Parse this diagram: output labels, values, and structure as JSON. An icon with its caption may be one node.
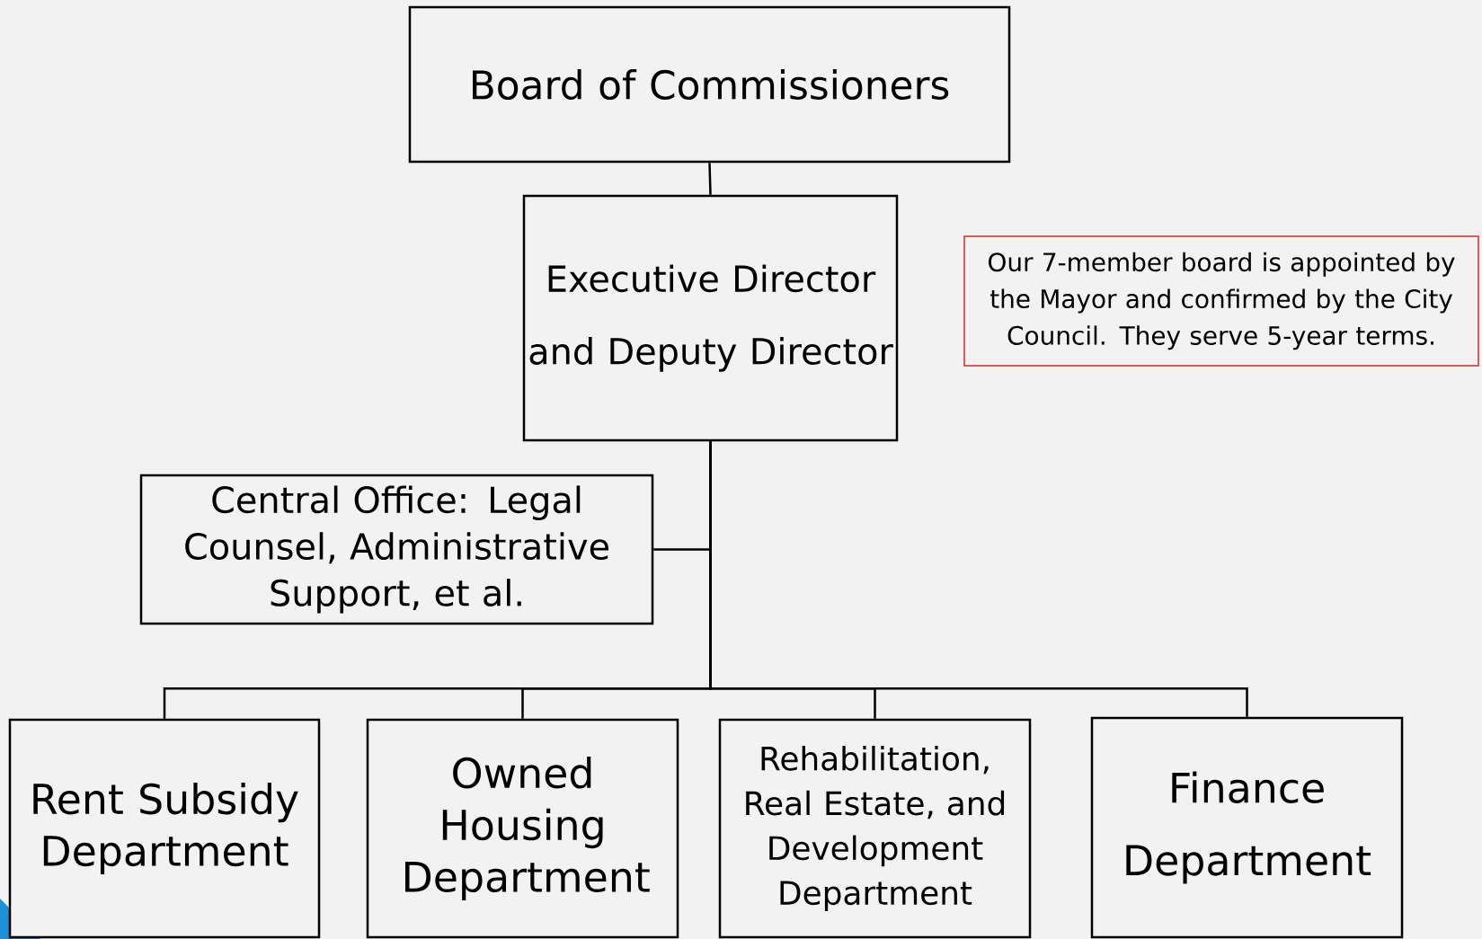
{
  "diagram": {
    "nodes": [
      {
        "text": [
          "Board of Commissioners"
        ]
      },
      {
        "text": [
          "Executive Director and Deputy Director"
        ]
      },
      {
        "text": [
          "Central Office: Legal Counsel, Administrative Support, et al."
        ]
      },
      {
        "text": [
          "Our 7-member board is appointed by the Mayor and confirmed by the City Council.   They serve 5-year terms."
        ]
      },
      {
        "text": [
          "Rent Subsidy Department"
        ]
      },
      {
        "text": [
          "Owned Housing Department"
        ]
      },
      {
        "text": [
          "Rehabilitation, Real Estate, and Development Department"
        ]
      },
      {
        "text": [
          "Finance Department"
        ]
      }
    ],
    "edges": [
      {
        "from": 0,
        "to": 1,
        "arrow": "none"
      },
      {
        "from": 1,
        "to": 2,
        "arrow": "none"
      },
      {
        "from": 1,
        "to": 4,
        "arrow": "none"
      },
      {
        "from": 1,
        "to": 5,
        "arrow": "none"
      },
      {
        "from": 1,
        "to": 6,
        "arrow": "none"
      },
      {
        "from": 1,
        "to": 7,
        "arrow": "none"
      }
    ]
  }
}
